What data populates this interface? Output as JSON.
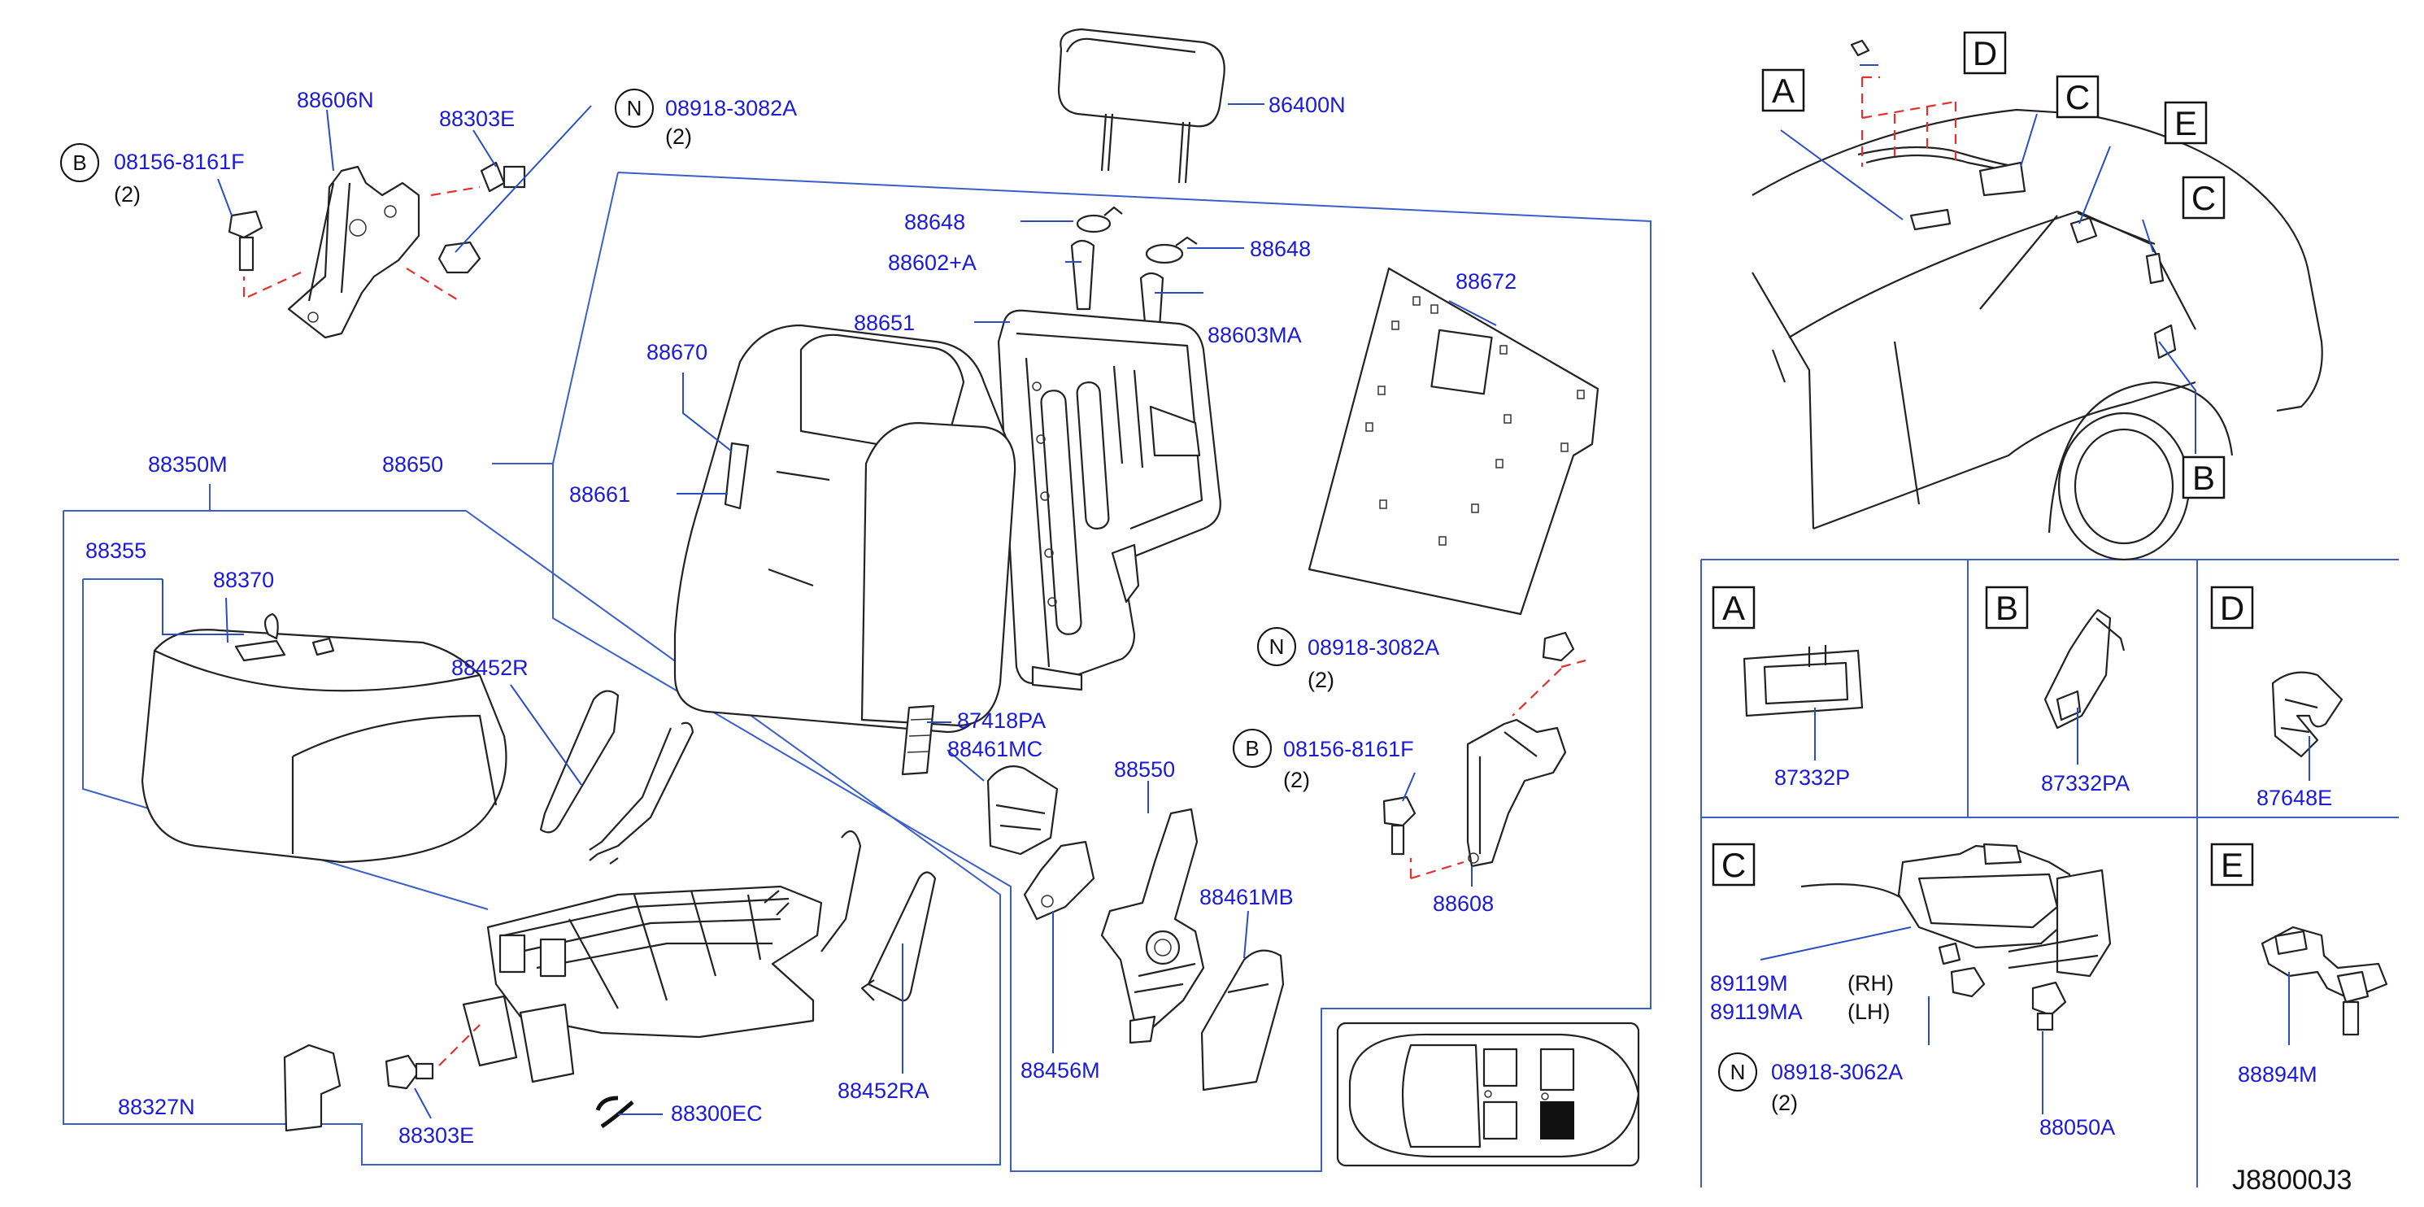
{
  "diagram_code": "J88000J3",
  "part_numbers": {
    "p86400N": "86400N",
    "p88648a": "88648",
    "p88648b": "88648",
    "p88602A": "88602+A",
    "p88651": "88651",
    "p88603MA": "88603MA",
    "p88672": "88672",
    "p88670": "88670",
    "p88661": "88661",
    "p88650": "88650",
    "p88350M": "88350M",
    "p88355": "88355",
    "p88370": "88370",
    "p88452R": "88452R",
    "p87418PA": "87418PA",
    "p88461MC": "88461MC",
    "p88550": "88550",
    "p88461MB": "88461MB",
    "p88456M": "88456M",
    "p88452RA": "88452RA",
    "p88327N": "88327N",
    "p88303E_bottom": "88303E",
    "p88300EC": "88300EC",
    "p88606N": "88606N",
    "p88303E_top": "88303E",
    "p88608": "88608",
    "p87332P": "87332P",
    "p87332PA": "87332PA",
    "p87648E": "87648E",
    "p89119M": "89119M",
    "p89119MA": "89119MA",
    "p88050A": "88050A",
    "p88894M": "88894M"
  },
  "fasteners": {
    "b_top": {
      "prefix": "B",
      "number": "08156-8161F",
      "qty": "(2)"
    },
    "n_top": {
      "prefix": "N",
      "number": "08918-3082A",
      "qty": "(2)"
    },
    "n_mid": {
      "prefix": "N",
      "number": "08918-3082A",
      "qty": "(2)"
    },
    "b_mid": {
      "prefix": "B",
      "number": "08156-8161F",
      "qty": "(2)"
    },
    "n_c": {
      "prefix": "N",
      "number": "08918-3062A",
      "qty": "(2)"
    }
  },
  "side_labels": {
    "rh": "(RH)",
    "lh": "(LH)"
  },
  "view_letters": {
    "car_A": "A",
    "car_B": "B",
    "car_C1": "C",
    "car_C2": "C",
    "car_D": "D",
    "car_E": "E",
    "detail_A": "A",
    "detail_B": "B",
    "detail_C": "C",
    "detail_D": "D",
    "detail_E": "E"
  }
}
